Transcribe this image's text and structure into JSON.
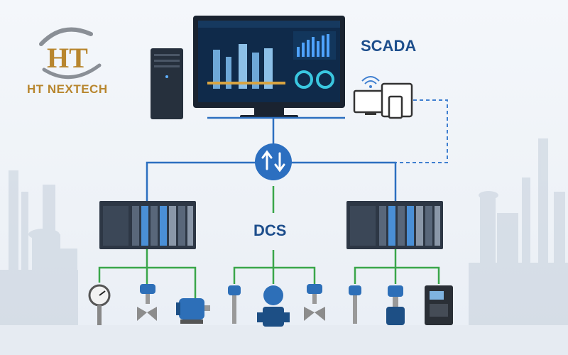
{
  "brand": {
    "logo_letters": "HT",
    "name": "HT NEXTECH"
  },
  "diagram": {
    "scada_label": "SCADA",
    "dcs_label": "DCS",
    "hub_icon": "bidirectional-arrows-icon"
  },
  "colors": {
    "network_blue": "#2c6fc0",
    "field_green": "#3aa64a",
    "label_blue": "#1d4e8c",
    "brand_gold": "#b8862e",
    "wireless_dash": "#3f7fd0"
  },
  "devices": {
    "top": [
      "server-tower",
      "scada-monitor",
      "mobile-devices"
    ],
    "controllers": [
      "dcs-controller-left",
      "dcs-controller-right"
    ],
    "field": [
      "pressure-gauge",
      "control-valve",
      "electric-motor",
      "temperature-transmitter",
      "flow-meter",
      "control-valve",
      "temperature-transmitter",
      "pressure-transmitter",
      "variable-frequency-drive"
    ]
  }
}
